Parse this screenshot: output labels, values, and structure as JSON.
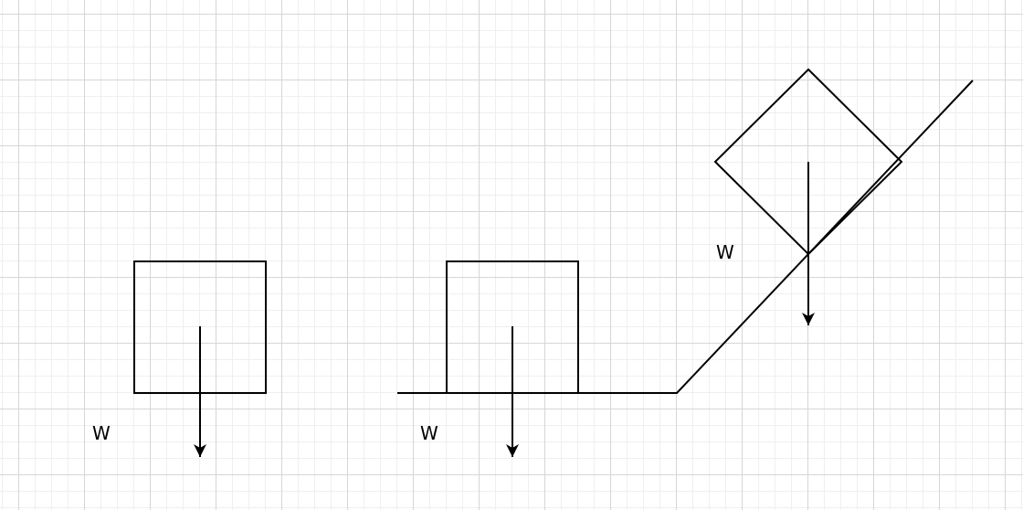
{
  "colors": {
    "stroke": "#000000",
    "grid_major": "#d6d6d6",
    "grid_minor": "#efefef",
    "background": "#ffffff"
  },
  "diagrams": [
    {
      "label": "W"
    },
    {
      "label": "W"
    },
    {
      "label": "W"
    }
  ]
}
